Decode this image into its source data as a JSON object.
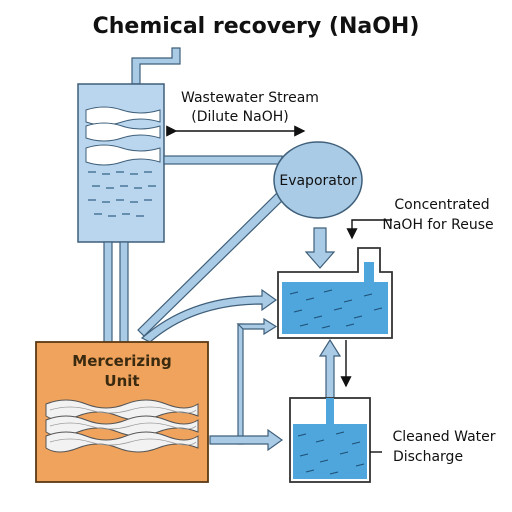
{
  "title": "Chemical recovery (NaOH)",
  "labels": {
    "wastewater_line1": "Wastewater Stream",
    "wastewater_line2": "(Dilute NaOH)",
    "evaporator": "Evaporator",
    "concentrated_line1": "Concentrated",
    "concentrated_line2": "NaOH for Reuse",
    "mercerizing_line1": "Mercerizing",
    "mercerizing_line2": "Unit",
    "cleaned_line1": "Cleaned Water",
    "cleaned_line2": "Discharge"
  },
  "colors": {
    "water": "#9cc8e8",
    "pipe": "#a9cbe6",
    "tank_fill": "#4ea6dc",
    "unit": "#f0a35c",
    "outline": "#3f5f7a"
  }
}
